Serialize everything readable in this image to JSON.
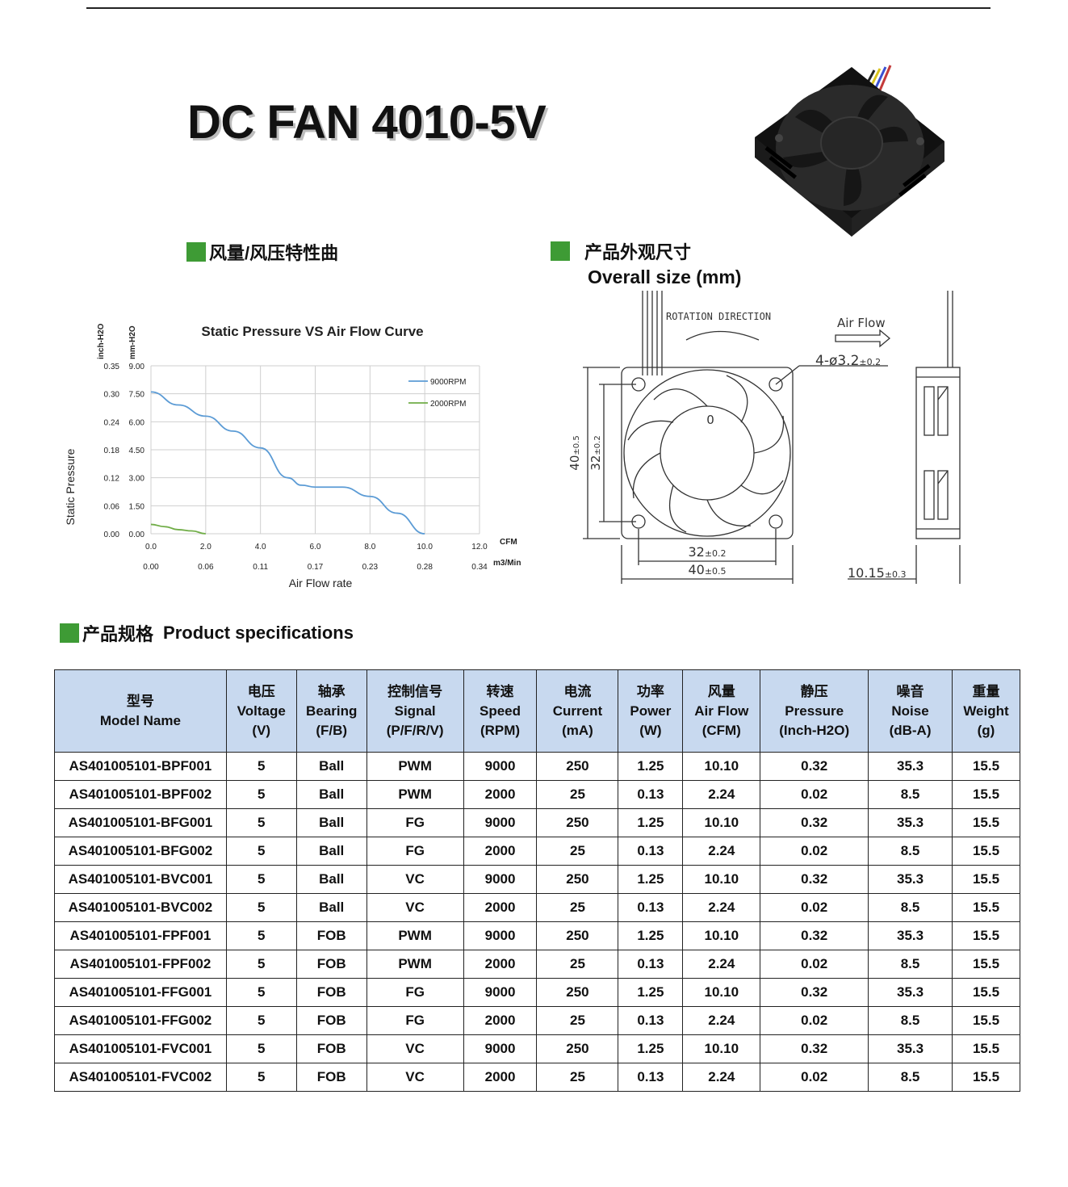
{
  "title": "DC FAN 4010-5V",
  "curve_section": {
    "label": "风量/风压特性曲"
  },
  "size_section": {
    "label": "产品外观尺寸",
    "subtitle": "Overall size (mm)"
  },
  "spec_section": {
    "label_cn": "产品规格",
    "label_en": "Product specifications"
  },
  "chart_data": {
    "type": "line",
    "title": "Static Pressure VS Air Flow Curve",
    "ylabel": "Static Pressure",
    "xlabel": "Air Flow rate",
    "y_unit_left": "inch-H2O",
    "y_unit_right": "mm-H2O",
    "x_unit_top": "CFM",
    "x_unit_bottom": "m3/Min",
    "xlim": [
      0,
      12
    ],
    "ylim": [
      0,
      9
    ],
    "grid": true,
    "legend_position": "top-right",
    "x_ticks_cfm": [
      "0.0",
      "2.0",
      "4.0",
      "6.0",
      "8.0",
      "10.0",
      "12.0"
    ],
    "x_ticks_m3min": [
      "0.00",
      "0.06",
      "0.11",
      "0.17",
      "0.23",
      "0.28",
      "0.34"
    ],
    "y_ticks_inch": [
      "0.00",
      "0.06",
      "0.12",
      "0.18",
      "0.24",
      "0.30",
      "0.35"
    ],
    "y_ticks_mm": [
      "0.00",
      "1.50",
      "3.00",
      "4.50",
      "6.00",
      "7.50",
      "9.00"
    ],
    "series": [
      {
        "name": "9000RPM",
        "color": "#5b9bd5",
        "x": [
          0,
          1,
          2,
          3,
          4,
          5,
          5.5,
          6,
          7,
          8,
          9,
          10
        ],
        "y": [
          7.6,
          6.9,
          6.3,
          5.5,
          4.6,
          3.0,
          2.6,
          2.5,
          2.5,
          2.0,
          1.1,
          0.0
        ]
      },
      {
        "name": "2000RPM",
        "color": "#70ad47",
        "x": [
          0,
          0.5,
          1.0,
          1.5,
          2.0
        ],
        "y": [
          0.5,
          0.38,
          0.22,
          0.15,
          0.0
        ]
      }
    ]
  },
  "drawing": {
    "rotation_label": "ROTATION DIRECTION",
    "airflow_label": "Air Flow",
    "hole_label": "4-ø3.2",
    "hole_tol": "±0.2",
    "height_outer": "40",
    "height_outer_tol": "±0.5",
    "height_inner": "32",
    "height_inner_tol": "±0.2",
    "width_inner": "32",
    "width_inner_tol": "±0.2",
    "width_outer": "40",
    "width_outer_tol": "±0.5",
    "thickness": "10.15",
    "thickness_tol": "±0.3",
    "hub_mark": "0"
  },
  "table": {
    "headers": [
      {
        "cn": "型号",
        "en": "Model Name"
      },
      {
        "cn": "电压",
        "en": "Voltage",
        "unit": "(V)"
      },
      {
        "cn": "轴承",
        "en": "Bearing",
        "unit": "(F/B)"
      },
      {
        "cn": "控制信号",
        "en": "Signal",
        "unit": "(P/F/R/V)"
      },
      {
        "cn": "转速",
        "en": "Speed",
        "unit": "(RPM)"
      },
      {
        "cn": "电流",
        "en": "Current",
        "unit": "(mA)"
      },
      {
        "cn": "功率",
        "en": "Power",
        "unit": "(W)"
      },
      {
        "cn": "风量",
        "en": "Air Flow",
        "unit": "(CFM)"
      },
      {
        "cn": "静压",
        "en": "Pressure",
        "unit": "(Inch-H2O)"
      },
      {
        "cn": "噪音",
        "en": "Noise",
        "unit": "(dB-A)"
      },
      {
        "cn": "重量",
        "en": "Weight",
        "unit": "(g)"
      }
    ],
    "rows": [
      [
        "AS401005101-BPF001",
        "5",
        "Ball",
        "PWM",
        "9000",
        "250",
        "1.25",
        "10.10",
        "0.32",
        "35.3",
        "15.5"
      ],
      [
        "AS401005101-BPF002",
        "5",
        "Ball",
        "PWM",
        "2000",
        "25",
        "0.13",
        "2.24",
        "0.02",
        "8.5",
        "15.5"
      ],
      [
        "AS401005101-BFG001",
        "5",
        "Ball",
        "FG",
        "9000",
        "250",
        "1.25",
        "10.10",
        "0.32",
        "35.3",
        "15.5"
      ],
      [
        "AS401005101-BFG002",
        "5",
        "Ball",
        "FG",
        "2000",
        "25",
        "0.13",
        "2.24",
        "0.02",
        "8.5",
        "15.5"
      ],
      [
        "AS401005101-BVC001",
        "5",
        "Ball",
        "VC",
        "9000",
        "250",
        "1.25",
        "10.10",
        "0.32",
        "35.3",
        "15.5"
      ],
      [
        "AS401005101-BVC002",
        "5",
        "Ball",
        "VC",
        "2000",
        "25",
        "0.13",
        "2.24",
        "0.02",
        "8.5",
        "15.5"
      ],
      [
        "AS401005101-FPF001",
        "5",
        "FOB",
        "PWM",
        "9000",
        "250",
        "1.25",
        "10.10",
        "0.32",
        "35.3",
        "15.5"
      ],
      [
        "AS401005101-FPF002",
        "5",
        "FOB",
        "PWM",
        "2000",
        "25",
        "0.13",
        "2.24",
        "0.02",
        "8.5",
        "15.5"
      ],
      [
        "AS401005101-FFG001",
        "5",
        "FOB",
        "FG",
        "9000",
        "250",
        "1.25",
        "10.10",
        "0.32",
        "35.3",
        "15.5"
      ],
      [
        "AS401005101-FFG002",
        "5",
        "FOB",
        "FG",
        "2000",
        "25",
        "0.13",
        "2.24",
        "0.02",
        "8.5",
        "15.5"
      ],
      [
        "AS401005101-FVC001",
        "5",
        "FOB",
        "VC",
        "9000",
        "250",
        "1.25",
        "10.10",
        "0.32",
        "35.3",
        "15.5"
      ],
      [
        "AS401005101-FVC002",
        "5",
        "FOB",
        "VC",
        "2000",
        "25",
        "0.13",
        "2.24",
        "0.02",
        "8.5",
        "15.5"
      ]
    ]
  }
}
